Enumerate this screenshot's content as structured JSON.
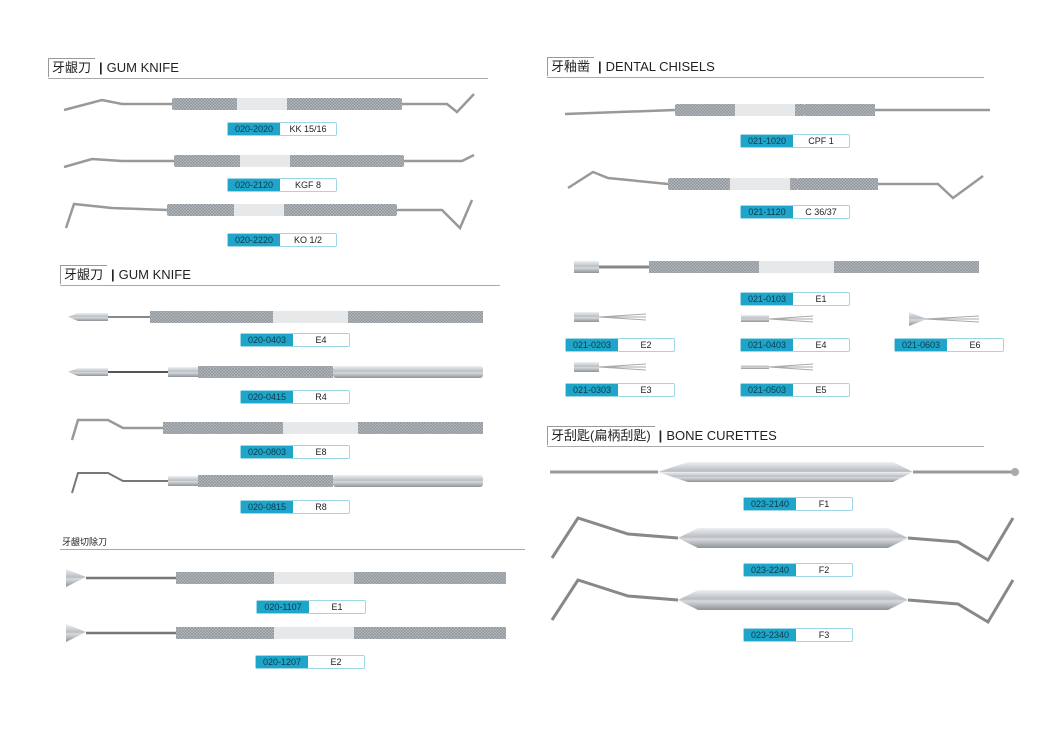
{
  "colors": {
    "label_code_bg": "#1ea5c9",
    "label_border": "#9dd8e6",
    "steel": "#c8ccd0",
    "rule": "#aaaaaa"
  },
  "sections": {
    "gum_knife_1": {
      "cn": "牙龈刀",
      "en": "GUM KNIFE",
      "items": [
        {
          "code": "020-2020",
          "name": "KK 15/16"
        },
        {
          "code": "020-2120",
          "name": "KGF 8"
        },
        {
          "code": "020-2220",
          "name": "KO 1/2"
        }
      ]
    },
    "gum_knife_2": {
      "cn": "牙龈刀",
      "en": "GUM KNIFE",
      "items": [
        {
          "code": "020-0403",
          "name": "E4"
        },
        {
          "code": "020-0415",
          "name": "R4"
        },
        {
          "code": "020-0803",
          "name": "E8"
        },
        {
          "code": "020-0815",
          "name": "R8"
        }
      ]
    },
    "gingiva_excision": {
      "cn": "牙龈切除刀",
      "items": [
        {
          "code": "020-1107",
          "name": "E1"
        },
        {
          "code": "020-1207",
          "name": "E2"
        }
      ]
    },
    "dental_chisels": {
      "cn": "牙釉凿",
      "en": "DENTAL CHISELS",
      "items": [
        {
          "code": "021-1020",
          "name": "CPF 1"
        },
        {
          "code": "021-1120",
          "name": "C 36/37"
        },
        {
          "code": "021-0103",
          "name": "E1"
        },
        {
          "code": "021-0203",
          "name": "E2"
        },
        {
          "code": "021-0403",
          "name": "E4"
        },
        {
          "code": "021-0603",
          "name": "E6"
        },
        {
          "code": "021-0303",
          "name": "E3"
        },
        {
          "code": "021-0503",
          "name": "E5"
        }
      ]
    },
    "bone_curettes": {
      "cn": "牙刮匙(扁柄刮匙)",
      "en": "BONE CURETTES",
      "items": [
        {
          "code": "023-2140",
          "name": "F1"
        },
        {
          "code": "023-2240",
          "name": "F2"
        },
        {
          "code": "023-2340",
          "name": "F3"
        }
      ]
    }
  },
  "separator": "|"
}
